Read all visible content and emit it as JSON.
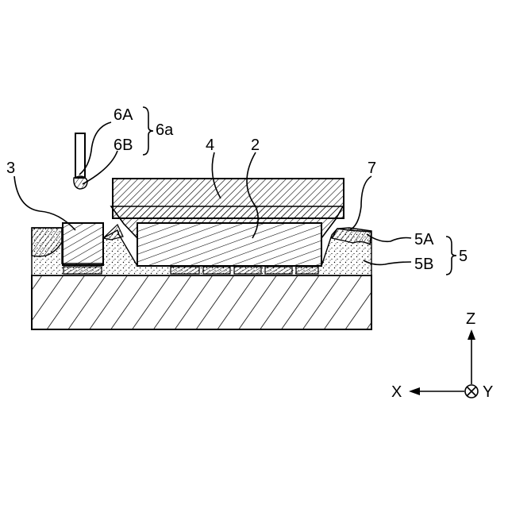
{
  "labels": {
    "l6A": "6A",
    "l6B": "6B",
    "l6a": "6a",
    "l4": "4",
    "l2": "2",
    "l3": "3",
    "l7": "7",
    "l5A": "5A",
    "l5B": "5B",
    "l5": "5"
  },
  "axes": {
    "z": "Z",
    "x": "X",
    "y": "Y"
  },
  "colors": {
    "line": "#000000",
    "background": "#ffffff"
  }
}
